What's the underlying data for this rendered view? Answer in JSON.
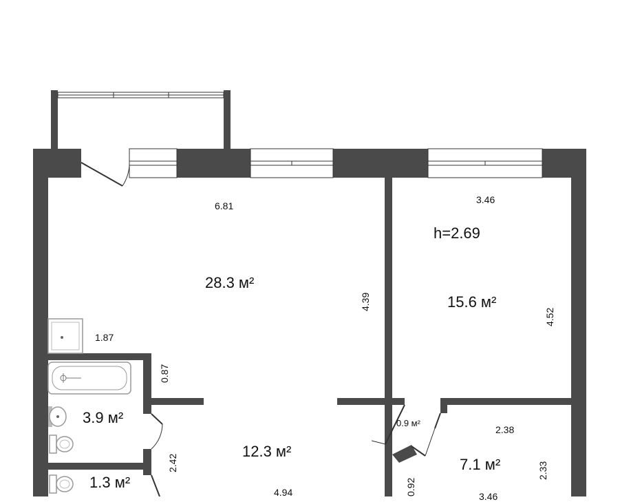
{
  "colors": {
    "wall": "#4a4a4a",
    "line": "#333333",
    "fixture": "#999999",
    "background": "#ffffff"
  },
  "ceiling_height": "h=2.69",
  "rooms": [
    {
      "id": "living",
      "area": "28.3 м²"
    },
    {
      "id": "bedroom",
      "area": "15.6 м²"
    },
    {
      "id": "bathroom",
      "area": "3.9 м²"
    },
    {
      "id": "toilet",
      "area": "1.3 м²"
    },
    {
      "id": "hall",
      "area": "12.3 м²"
    },
    {
      "id": "closet",
      "area": "0.9 м²"
    },
    {
      "id": "kitchen",
      "area": "7.1 м²"
    }
  ],
  "dimensions": {
    "living_width": "6.81",
    "living_depth": "4.39",
    "bedroom_width": "3.46",
    "bedroom_depth": "4.52",
    "kitchenette_width": "1.87",
    "kitchenette_depth": "0.87",
    "hall_depth": "2.42",
    "hall_width": "4.94",
    "kitchen_width": "2.38",
    "kitchen_depth": "2.33",
    "closet_depth": "0.92",
    "kitchen_bottom": "3.46"
  },
  "icons": [
    "sink-icon",
    "bathtub-icon",
    "washbasin-icon",
    "toilet-icon",
    "door-icon",
    "window-icon"
  ]
}
